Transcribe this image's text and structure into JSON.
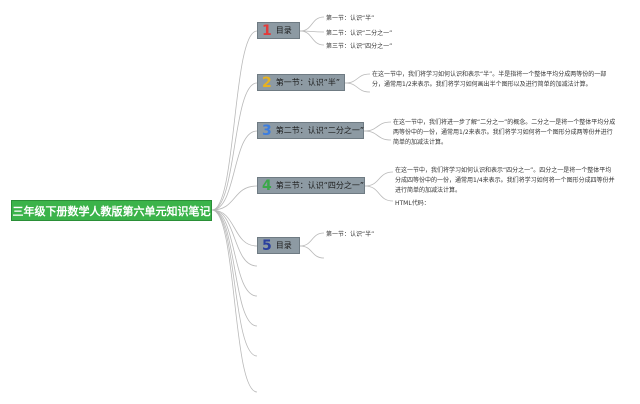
{
  "root": {
    "label": "三年级下册数学人教版第六单元知识笔记"
  },
  "branches": [
    {
      "num": "1",
      "num_color": "#e23b3b",
      "label": "目录",
      "leaves": [
        "第一节：认识“半”",
        "第二节：认识“二分之一”",
        "第三节：认识“四分之一”"
      ]
    },
    {
      "num": "2",
      "num_color": "#e8b21e",
      "label": "第一节：认识“半”",
      "note": "在这一节中，我们将学习如何认识和表示“半”。半是指将一个整体平均分成两等份的一部分，通常用1/2来表示。我们将学习如何画出半个图形以及进行简单的加减法计算。"
    },
    {
      "num": "3",
      "num_color": "#3d7ee0",
      "label": "第二节：认识“二分之一”",
      "note": "在这一节中，我们将进一步了解“二分之一”的概念。二分之一是将一个整体平均分成两等份中的一份，通常用1/2来表示。我们将学习如何将一个图形分成两等份并进行简单的加减法计算。"
    },
    {
      "num": "4",
      "num_color": "#3aa84a",
      "label": "第三节：认识“四分之一”",
      "note": "在这一节中，我们将学习如何认识和表示“四分之一”。四分之一是将一个整体平均分成四等份中的一份，通常用1/4来表示。我们将学习如何将一个图形分成四等份并进行简单的加减法计算。",
      "extra": "HTML代码："
    },
    {
      "num": "5",
      "num_color": "#2a3f9e",
      "label": "目录",
      "leaves": [
        "第一节：认识“半”"
      ]
    }
  ],
  "colors": {
    "root_bg": "#3bb34a",
    "node_bg": "#8d9aa3",
    "line": "#b9b9b9"
  }
}
